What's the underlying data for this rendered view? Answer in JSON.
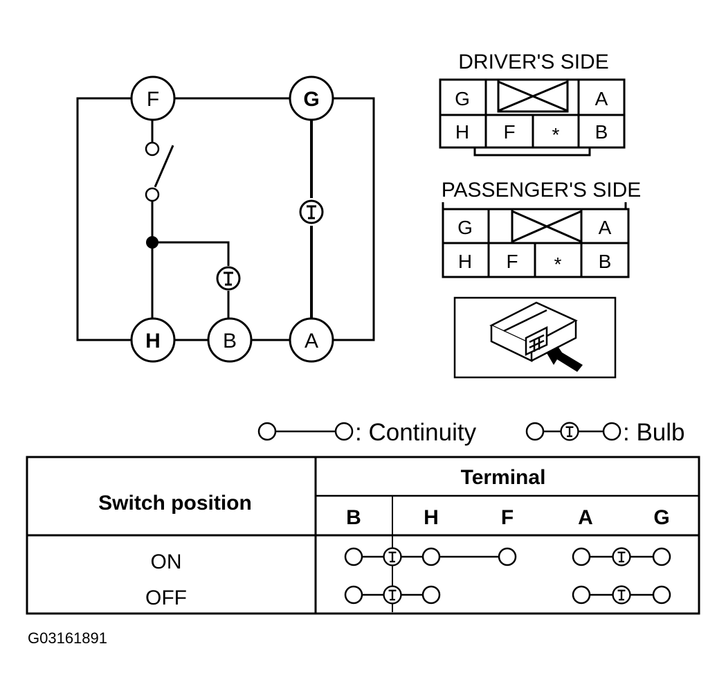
{
  "schematic": {
    "terminals": {
      "F": "F",
      "G": "G",
      "H": "H",
      "B": "B",
      "A": "A"
    }
  },
  "drivers_connector": {
    "title": "DRIVER'S SIDE",
    "top_row": [
      "G",
      "",
      "A"
    ],
    "bottom_row": [
      "H",
      "F",
      "*",
      "B"
    ]
  },
  "passengers_connector": {
    "title": "PASSENGER'S SIDE",
    "top_row": [
      "G",
      "",
      "A"
    ],
    "bottom_row": [
      "H",
      "F",
      "*",
      "B"
    ]
  },
  "legend": {
    "continuity_label": ": Continuity",
    "bulb_label": ": Bulb"
  },
  "table": {
    "row_header": "Switch position",
    "group_header": "Terminal",
    "columns": [
      "B",
      "H",
      "F",
      "A",
      "G"
    ],
    "rows": [
      {
        "position": "ON",
        "continuity": [
          "B-H bulb",
          "H-F",
          "A-G bulb"
        ]
      },
      {
        "position": "OFF",
        "continuity": [
          "B-H bulb",
          "A-G bulb"
        ]
      }
    ]
  },
  "figure_code": "G03161891"
}
